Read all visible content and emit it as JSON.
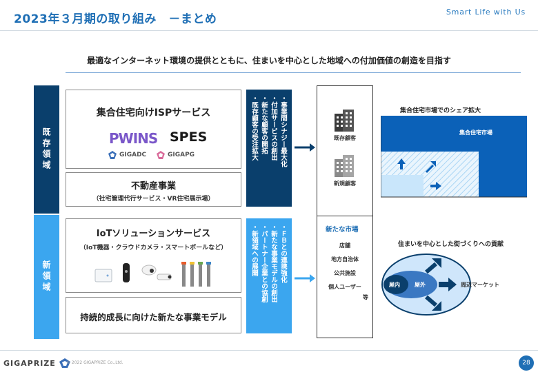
{
  "header": {
    "title": "2023年３月期の取り組み　－まとめ",
    "tagline": "Smart Life with Us"
  },
  "subtitle": "最適なインターネット環境の提供とともに、住まいを中心とした地域への付加価値の創造を目指す",
  "sidebar": {
    "existing_label": "既存領域",
    "new_label": "新領域"
  },
  "boxes": {
    "isp": {
      "title": "集合住宅向けISPサービス",
      "logos": [
        "PWINS",
        "SPES",
        "GIGADC",
        "GIGAPG"
      ]
    },
    "realestate": {
      "title": "不動産事業",
      "subtitle": "（社宅管理代行サービス・VR住宅展示場）"
    },
    "iot": {
      "title": "IoTソリューションサービス",
      "subtitle": "（IoT機器・クラウドカメラ・スマートポールなど）"
    },
    "growth": {
      "title": "持続的成長に向けた新たな事業モデル"
    }
  },
  "panels": {
    "existing_items": [
      "・事業間シナジー最大化",
      "・付加サービスの創出",
      "・新たな顧客の開拓",
      "・既存顧客の受注拡大"
    ],
    "new_items": [
      "・ＦＢとの連携強化",
      "・新たな事業モデルの創出",
      "・パートナー企業との協創",
      "・新領域への展開"
    ]
  },
  "segments": {
    "existing_customers": "既存顧客",
    "new_customers": "新規顧客",
    "new_market_title": "新たな市場",
    "new_market_items": [
      "店舗",
      "地方自治体",
      "公共施設",
      "個人ユーザー"
    ],
    "etc": "等"
  },
  "share_chart": {
    "title": "集合住宅市場でのシェア拡大",
    "market_label": "集合住宅市場"
  },
  "contribution": {
    "title": "住まいを中心とした街づくりへの貢献",
    "indoor": "屋内",
    "outdoor": "屋外",
    "surrounding": "周辺マーケット"
  },
  "footer": {
    "logo": "GIGAPRIZE",
    "copyright": "© 2022 GIGAPRIZE Co.,Ltd.",
    "page": "28"
  },
  "colors": {
    "accent": "#1f6fb5",
    "dark_navy": "#0a3f6c",
    "light_blue": "#3ba6ef",
    "pale_blue": "#c9e6fb"
  }
}
